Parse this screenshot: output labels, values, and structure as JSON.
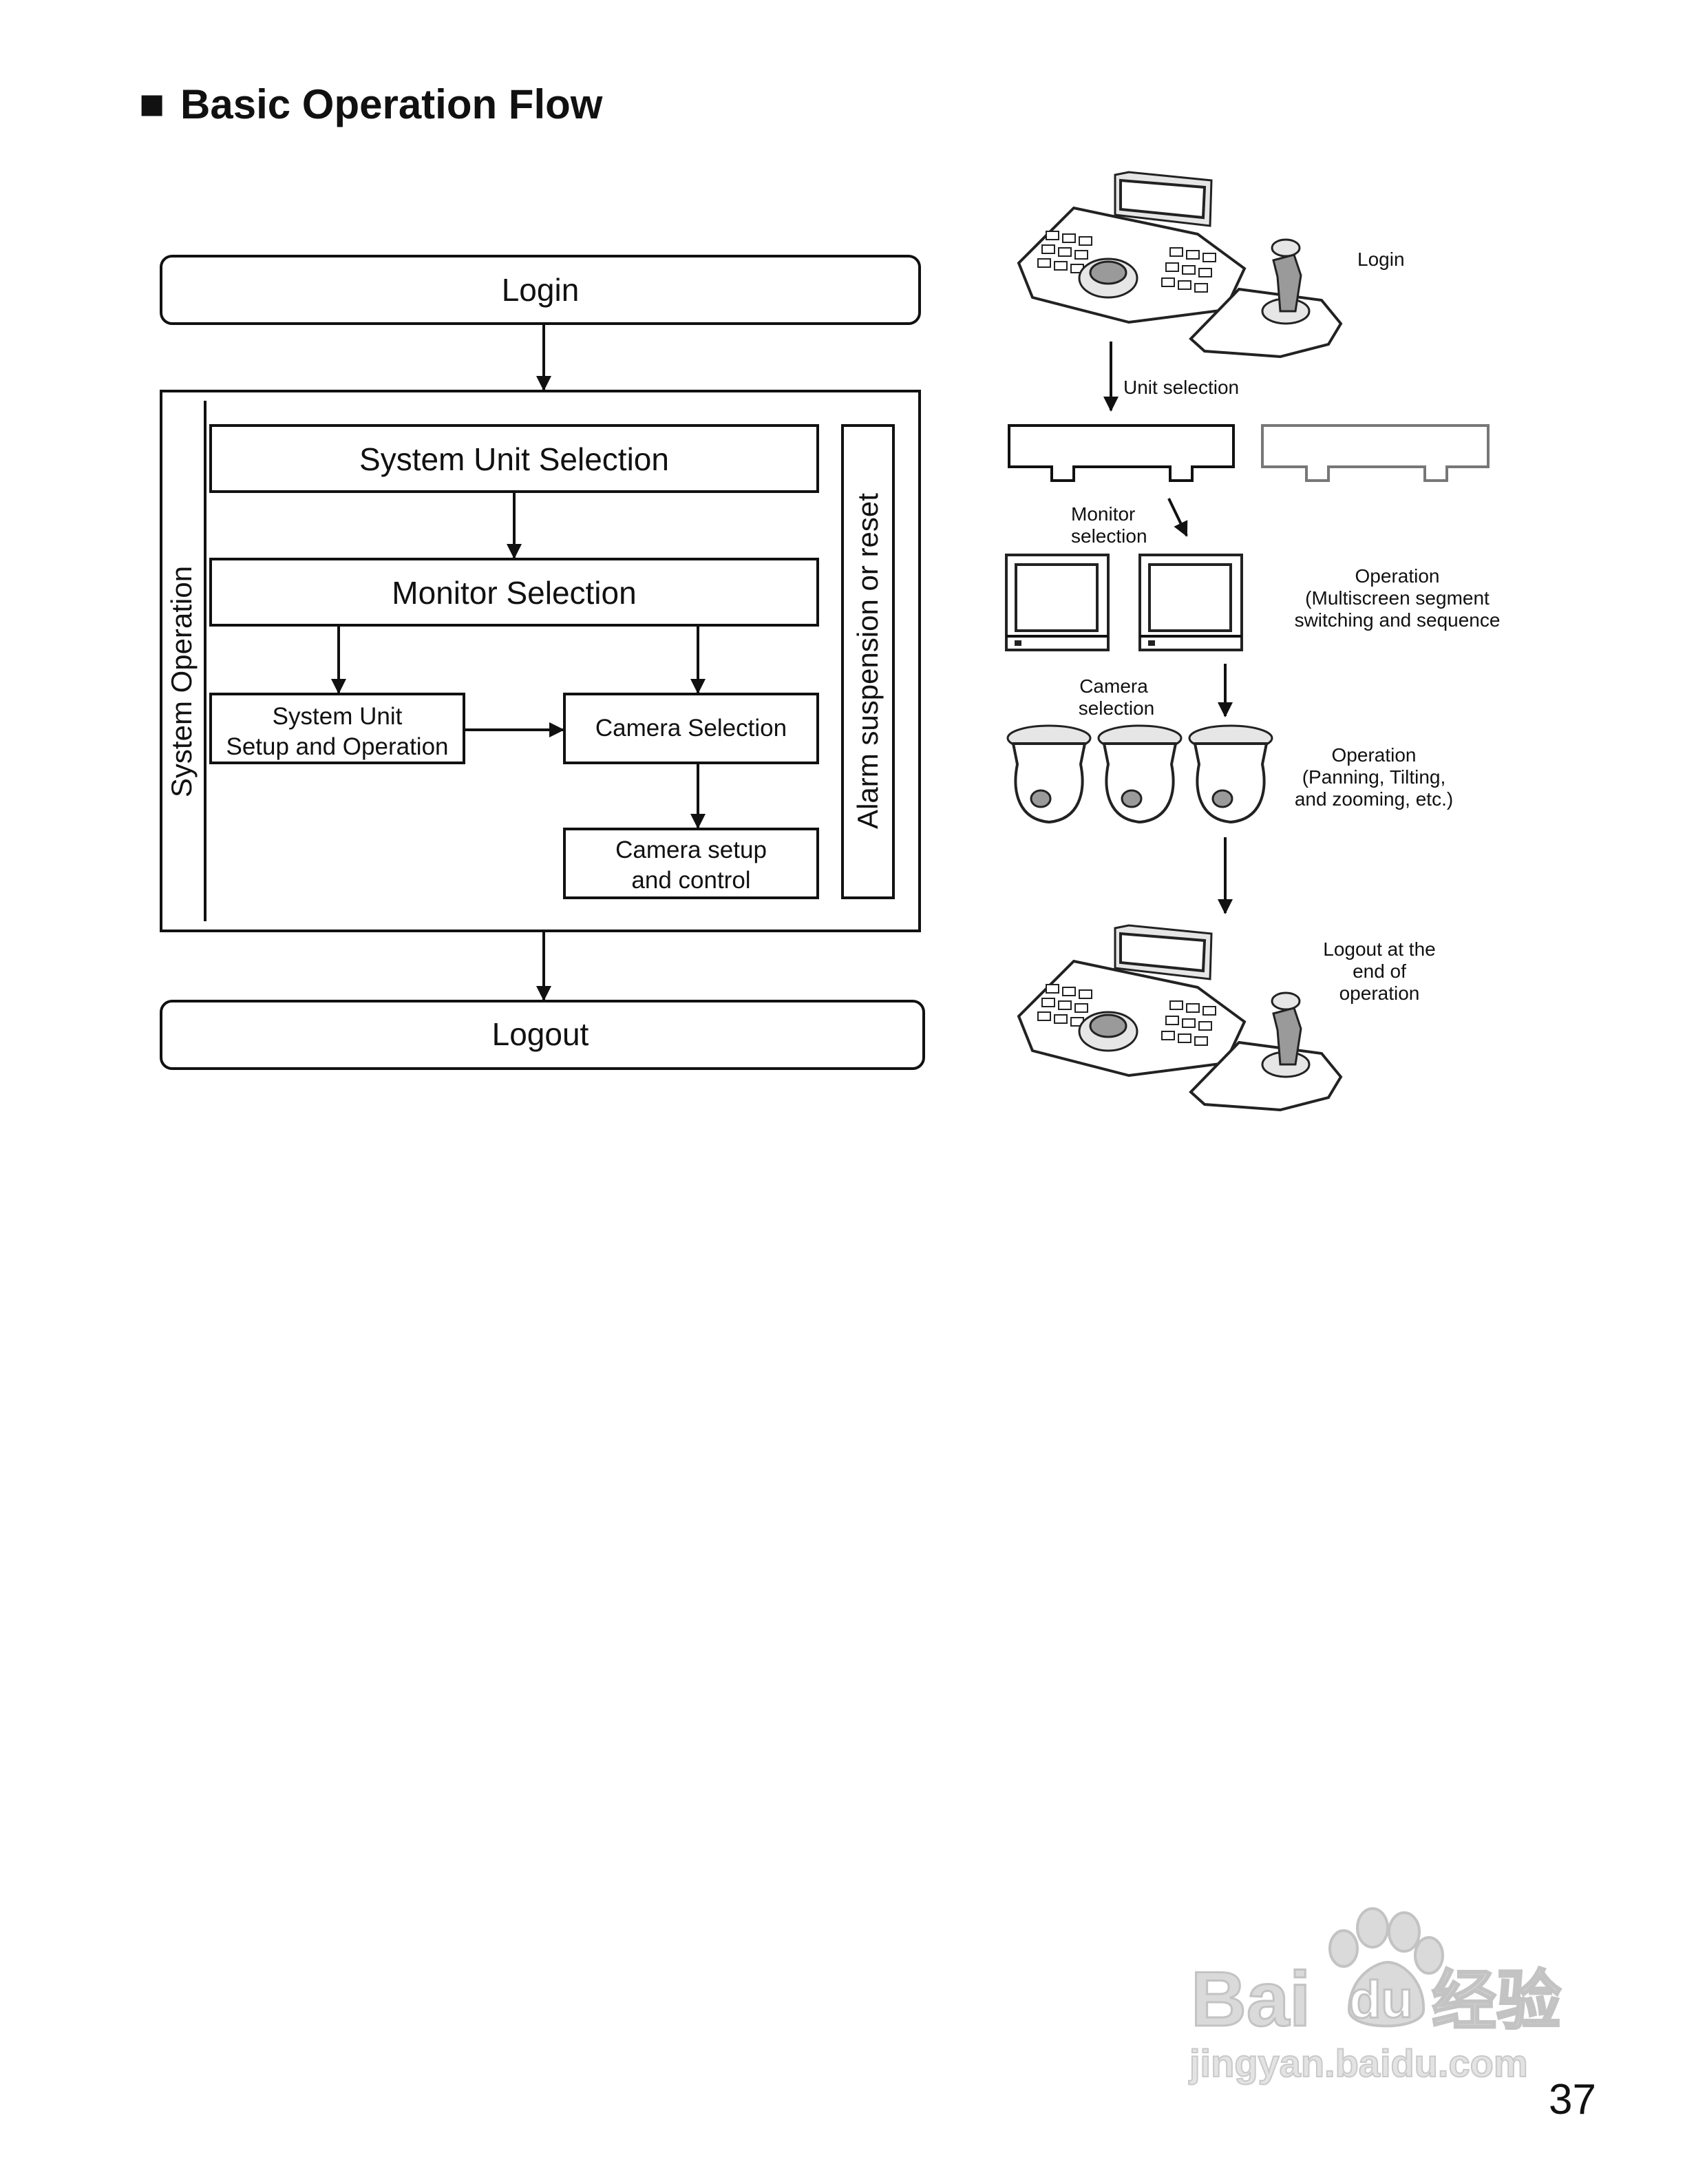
{
  "heading": {
    "bullet": "■",
    "title": "Basic Operation Flow"
  },
  "flow": {
    "login": "Login",
    "system_operation": "System Operation",
    "system_unit_selection": "System Unit Selection",
    "monitor_selection": "Monitor Selection",
    "system_unit_setup": [
      "System Unit",
      "Setup and Operation"
    ],
    "camera_selection": "Camera Selection",
    "camera_setup": [
      "Camera setup",
      "and control"
    ],
    "alarm": "Alarm suspension or reset",
    "logout": "Logout"
  },
  "illustration": {
    "login": "Login",
    "unit_selection": "Unit selection",
    "monitor_selection": [
      "Monitor",
      "selection"
    ],
    "monitor_operation": [
      "Operation",
      "(Multiscreen segment",
      "switching and sequence"
    ],
    "camera_selection": [
      "Camera",
      "selection"
    ],
    "camera_operation": [
      "Operation",
      "(Panning, Tilting,",
      "and zooming, etc.)"
    ],
    "logout": [
      "Logout at the",
      "end of",
      "operation"
    ]
  },
  "watermark": {
    "brand": "Bai",
    "brand_tail": "du",
    "cn": "经验",
    "url": "jingyan.baidu.com"
  },
  "page_number": "37"
}
